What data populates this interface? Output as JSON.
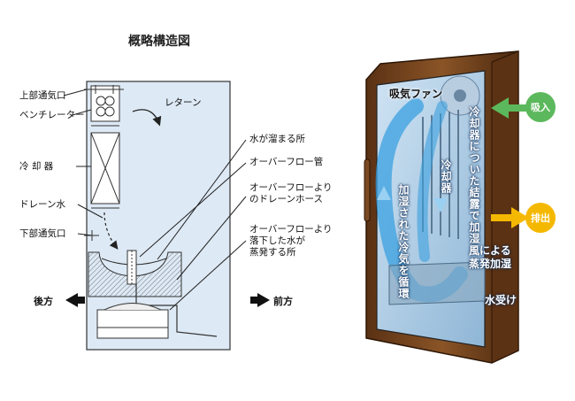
{
  "schematic": {
    "title": "概略構造図",
    "labels": {
      "top_vent": "上部通気口",
      "fan": "ベンチレーター",
      "return": "レターン",
      "cooler": "冷 却 器",
      "drain_water": "ドレーン水",
      "bottom_vent": "下部通気口"
    },
    "callouts": {
      "pooled_water": "水が溜まる所",
      "overflow_pipe": "オーバーフロー管",
      "drain_hose": "オーバーフローより\nのドレーンホース",
      "evaporation": "オーバーフローより\n落下した水が\n蒸発する所"
    },
    "direction_back": "後方",
    "direction_front": "前方"
  },
  "illustration": {
    "intake_fan": "吸気ファン",
    "cooler": "冷却器",
    "condensation": "冷却器についた結露で加湿",
    "circulation": "加湿された冷気を循環",
    "fan_evaporation": "風による蒸発加湿",
    "water_tray": "水受け",
    "intake_badge": "吸入",
    "exhaust_badge": "排出"
  },
  "colors": {
    "cabinet_fill": "#dde9f5",
    "cabinet_wood": "#6b3d1a",
    "air_blue": "#3aa0e0",
    "intake_green": "#5cb85c",
    "exhaust_yellow": "#f5b800"
  }
}
